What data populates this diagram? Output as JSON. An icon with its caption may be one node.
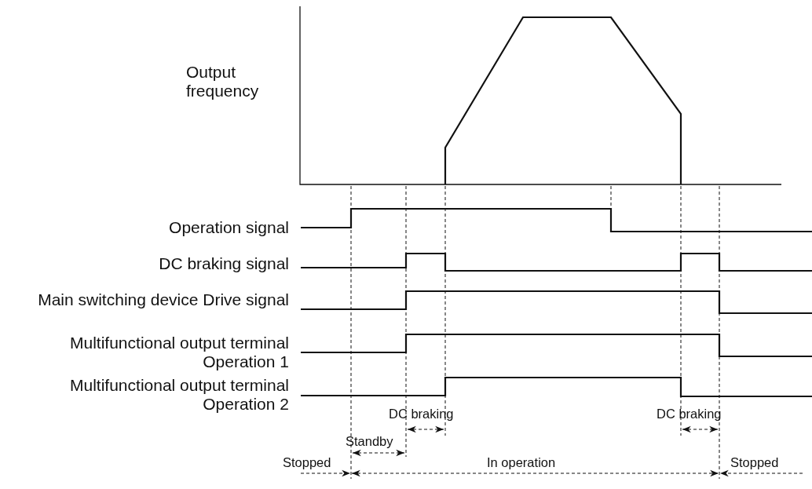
{
  "diagram": {
    "labels": [
      "Output frequency",
      "Operation signal",
      "DC braking signal",
      "Main switching device Drive signal",
      "Multifunctional output terminal Operation 1",
      "Multifunctional output terminal Operation 2",
      "DC braking",
      "DC braking",
      "Standby",
      "Stopped",
      "In operation",
      "Stopped"
    ]
  }
}
